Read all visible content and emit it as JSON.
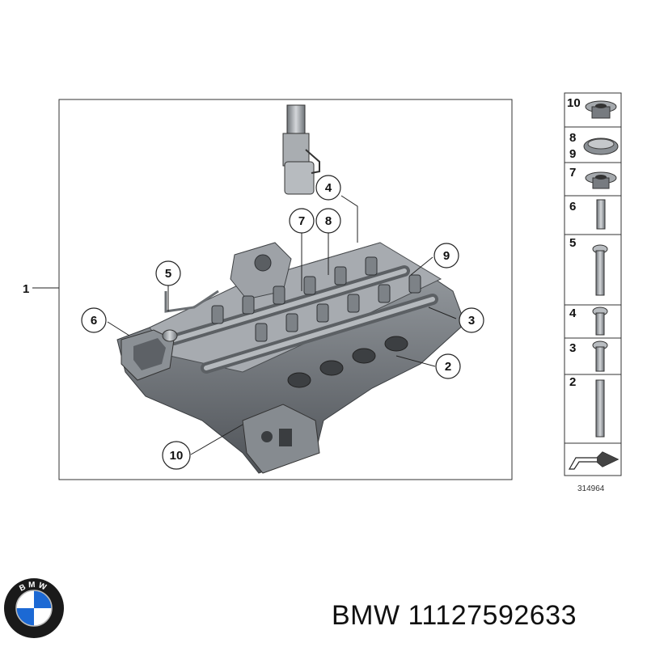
{
  "diagram": {
    "assembly_label": "1",
    "callouts": [
      "2",
      "3",
      "4",
      "5",
      "6",
      "7",
      "8",
      "9",
      "10"
    ],
    "side_panel": [
      "10",
      "8",
      "9",
      "7",
      "6",
      "5",
      "4",
      "3",
      "2"
    ],
    "diagram_number": "314964"
  },
  "logo": {
    "text": "BMW",
    "colors": {
      "blue": "#1c69d4",
      "white": "#ffffff",
      "ring": "#1a1a1a"
    }
  },
  "footer": {
    "title": "BMW 11127592633"
  }
}
